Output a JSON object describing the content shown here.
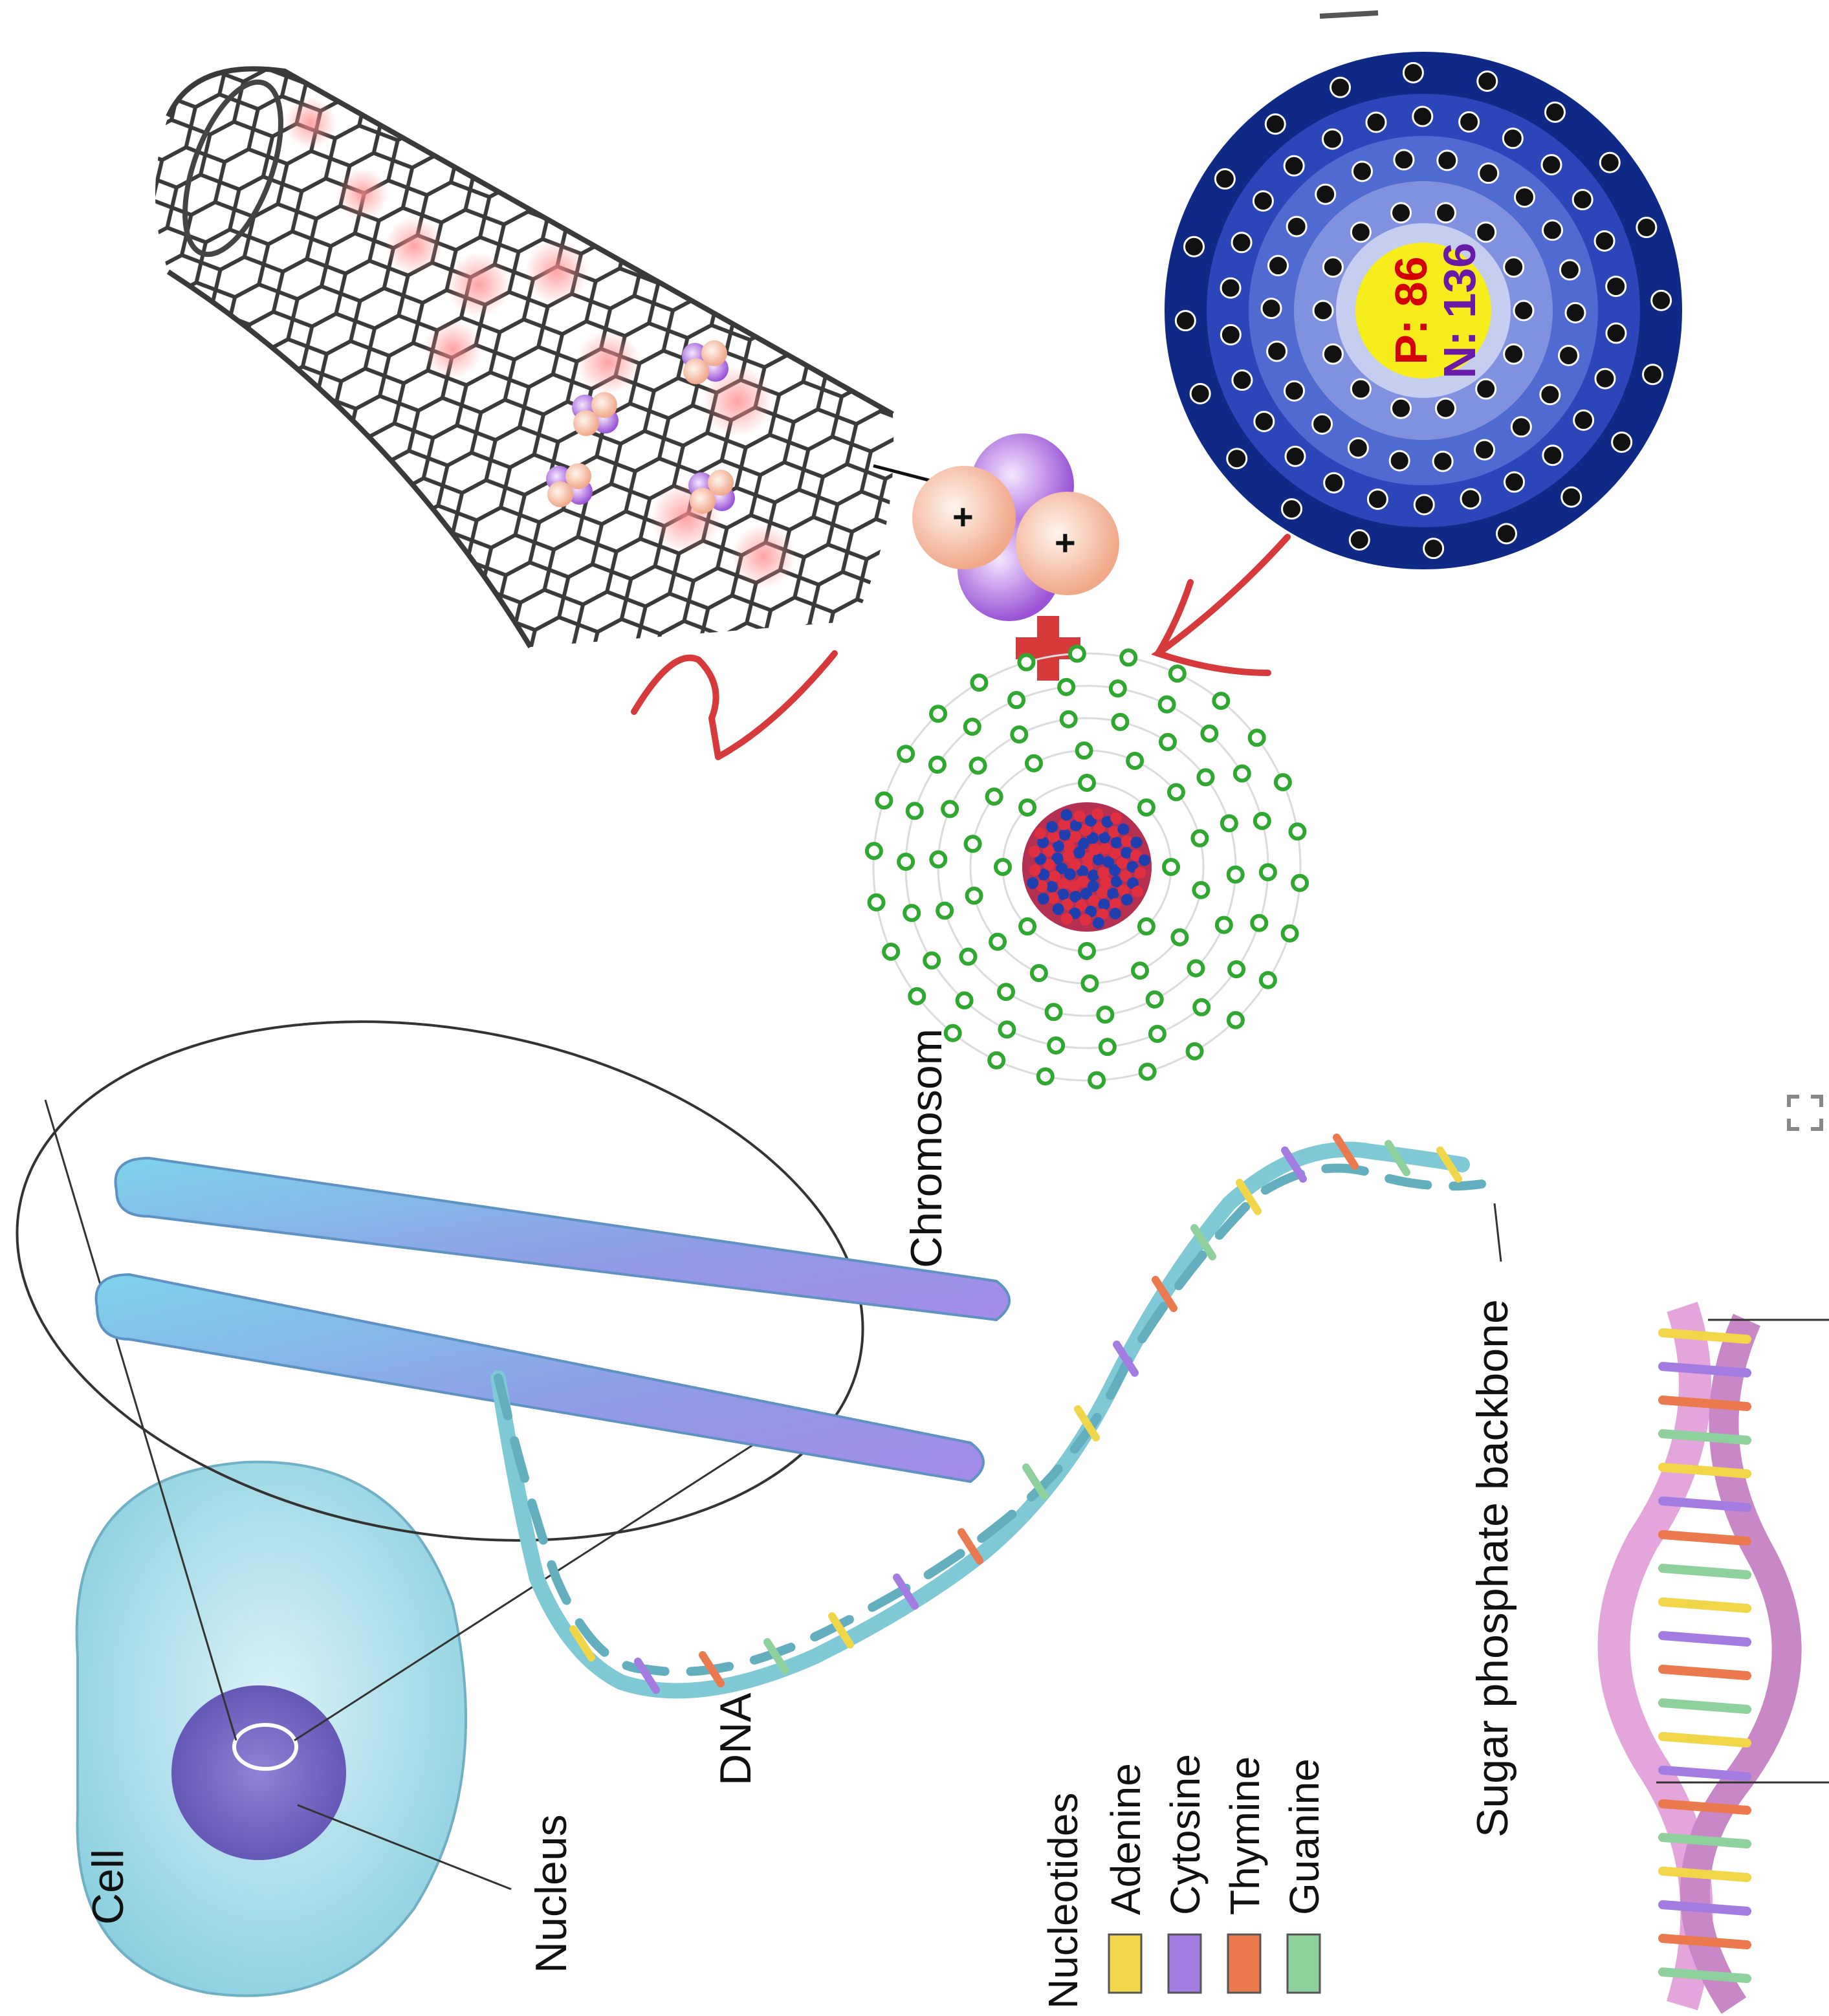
{
  "nucleus_labels": {
    "protons": "P: 86",
    "neutrons": "N: 136"
  },
  "labels": {
    "cell": "Cell",
    "nucleus": "Nucleus",
    "dna": "DNA",
    "chromosome": "Chromosom",
    "backbone": "Sugar phosphate backbone",
    "nucleotides_title": "Nucleotides"
  },
  "nucleotides": [
    {
      "name": "Adenine",
      "color": "#f2d64a"
    },
    {
      "name": "Cytosine",
      "color": "#a47be0"
    },
    {
      "name": "Thymine",
      "color": "#ea7a4e"
    },
    {
      "name": "Guanine",
      "color": "#8fd19c"
    }
  ],
  "charges": [
    "+",
    "+"
  ],
  "colors": {
    "annotation_red": "#d63a3a",
    "nanotube": "#3a3a3a",
    "electron_green": "#2fa82f",
    "shell_dark": "#0e2a86",
    "nucleus_yellow": "#f7ec1c",
    "cell_cyan": "#bfe8f2",
    "chromosome_blue": "#6fb6e0",
    "helix_cyan": "#a9dde6",
    "helix_pink": "#e3a5dc"
  },
  "icons": {
    "corner": "expand-icon"
  }
}
